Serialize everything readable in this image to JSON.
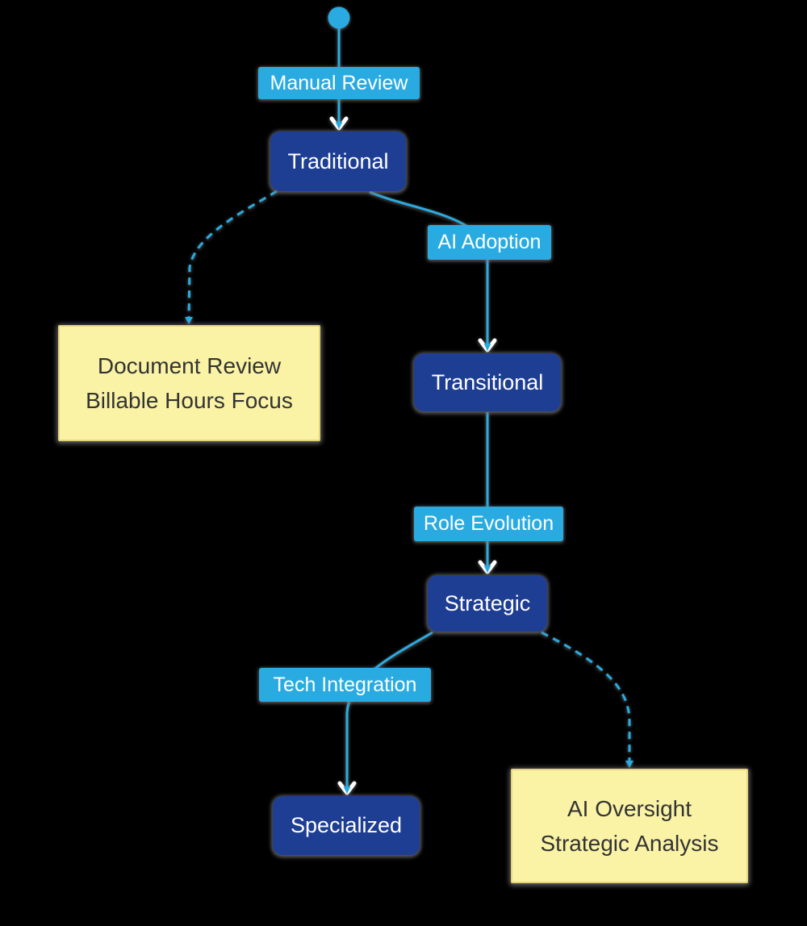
{
  "colors": {
    "accent": "#29abe2",
    "state_fill": "#1e3e93",
    "state_text": "#ffffff",
    "label_text": "#ffffff",
    "note_fill": "#faf3a6",
    "note_border": "#e3d47c",
    "note_text": "#333333",
    "background": "#000000"
  },
  "diagram": {
    "type": "state-flow",
    "start_node": {
      "name": "start"
    },
    "states": [
      {
        "id": "traditional",
        "label": "Traditional"
      },
      {
        "id": "transitional",
        "label": "Transitional"
      },
      {
        "id": "strategic",
        "label": "Strategic"
      },
      {
        "id": "specialized",
        "label": "Specialized"
      }
    ],
    "transitions": [
      {
        "from": "start",
        "to": "Traditional",
        "label": "Manual Review"
      },
      {
        "from": "Traditional",
        "to": "Transitional",
        "label": "AI Adoption"
      },
      {
        "from": "Transitional",
        "to": "Strategic",
        "label": "Role Evolution"
      },
      {
        "from": "Strategic",
        "to": "Specialized",
        "label": "Tech Integration"
      }
    ],
    "notes": [
      {
        "attached_to": "Traditional",
        "lines": [
          "Document Review",
          "Billable Hours Focus"
        ]
      },
      {
        "attached_to": "Strategic",
        "lines": [
          "AI Oversight",
          "Strategic Analysis"
        ]
      }
    ]
  }
}
